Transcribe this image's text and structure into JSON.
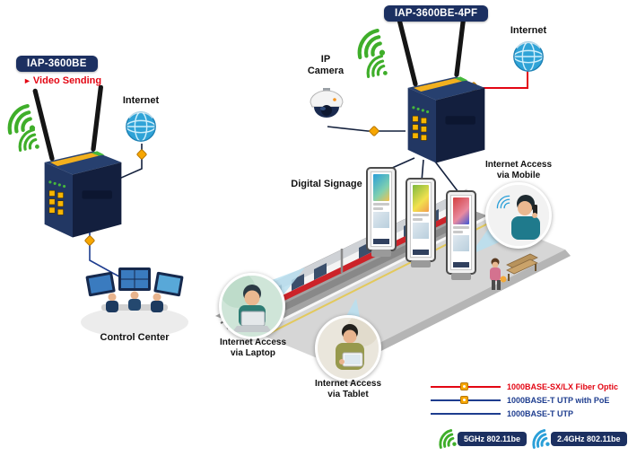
{
  "diagram": {
    "devices": {
      "right_badge": "IAP-3600BE-4PF",
      "left_badge": "IAP-3600BE",
      "left_note_arrow": "►",
      "left_note": "Video Sending"
    },
    "labels": {
      "internet_top": "Internet",
      "internet_left": "Internet",
      "ip_camera": "IP\nCamera",
      "digital_signage": "Digital Signage",
      "control_center": "Control Center",
      "access_mobile": "Internet Access\nvia Mobile",
      "access_laptop": "Internet Access\nvia Laptop",
      "access_tablet": "Internet Access\nvia Tablet"
    },
    "legend": {
      "lines": [
        {
          "label": "1000BASE-SX/LX Fiber Optic",
          "color": "#e30613",
          "connector": true
        },
        {
          "label": "1000BASE-T UTP with PoE",
          "color": "#1e3d8f",
          "connector": true
        },
        {
          "label": "1000BASE-T UTP",
          "color": "#1e3d8f",
          "connector": false
        }
      ],
      "wireless": [
        {
          "label": "5GHz 802.11be",
          "wifi_color": "#3fae2a"
        },
        {
          "label": "2.4GHz 802.11be",
          "wifi_color": "#2a9fd8"
        }
      ]
    },
    "colors": {
      "badge_bg": "#1c3061",
      "fiber_red": "#e30613",
      "utp_blue": "#1e3d8f",
      "wifi_5ghz_green": "#3fae2a",
      "wifi_24ghz_blue": "#2a9fd8",
      "note_red": "#e30613"
    }
  }
}
